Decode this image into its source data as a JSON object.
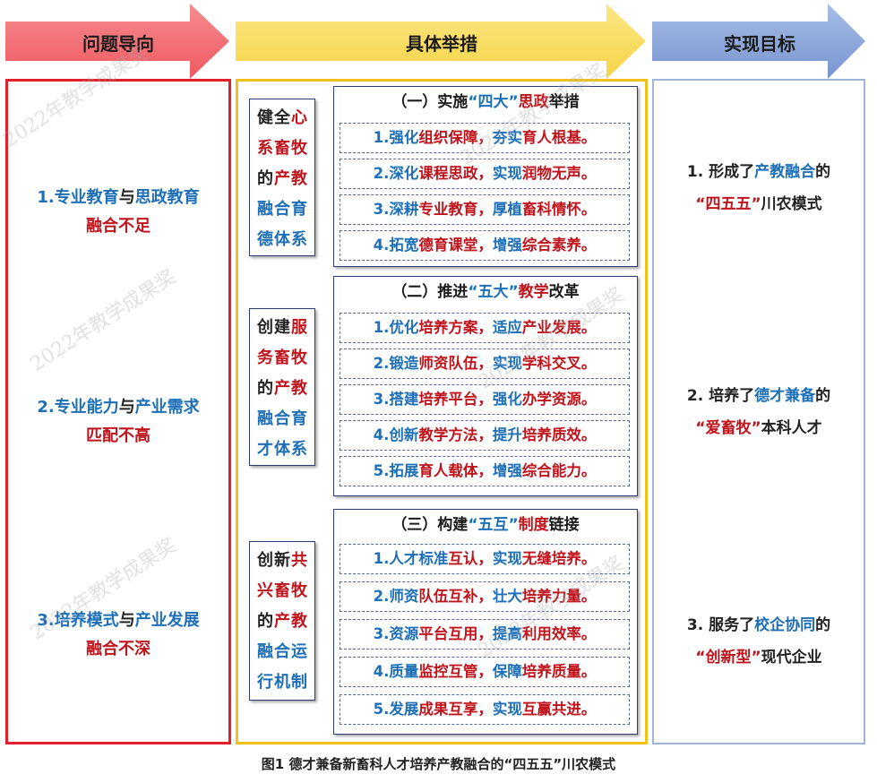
{
  "header": {
    "problem_label": "问题导向",
    "measures_label": "具体举措",
    "goals_label": "实现目标",
    "colors": {
      "problem": "#f36a6f",
      "measures": "#f9de5e",
      "goals": "#7f9fd6"
    }
  },
  "problems": [
    {
      "p1": "1.",
      "p2": "专业教育",
      "p3": "与",
      "p4": "思政教育",
      "line2": "融合不足"
    },
    {
      "p1": "2.",
      "p2": "专业能力",
      "p3": "与",
      "p4": "产业需求",
      "line2": "匹配不高"
    },
    {
      "p1": "3.",
      "p2": "培养模式",
      "p3": "与",
      "p4": "产业发展",
      "line2": "融合不深"
    }
  ],
  "systems": [
    {
      "a": "健全",
      "b": "心",
      "c": "系畜牧",
      "d": "的",
      "e": "产教",
      "f": "融合育",
      "g": "德体系"
    },
    {
      "a": "创建",
      "b": "服",
      "c": "务畜牧",
      "d": "的",
      "e": "产教",
      "f": "融合育",
      "g": "才体系"
    },
    {
      "a": "创新",
      "b": "共",
      "c": "兴畜牧",
      "d": "的",
      "e": "产教",
      "f": "融合运",
      "g": "行机制"
    }
  ],
  "groups": [
    {
      "title": {
        "a": "（一）实施",
        "b": "“四大”",
        "c": "思政",
        "d": "举措"
      },
      "items": [
        {
          "n": "1.",
          "a": "强化",
          "b": "组织保障，",
          "c": "夯实",
          "d": "育人根基。"
        },
        {
          "n": "2.",
          "a": "深化",
          "b": "课程思政，",
          "c": "实现",
          "d": "润物无声。"
        },
        {
          "n": "3.",
          "a": "深耕",
          "b": "专业教育，",
          "c": "厚植",
          "d": "畜科情怀。"
        },
        {
          "n": "4.",
          "a": "拓宽",
          "b": "德育课堂，",
          "c": "增强",
          "d": "综合素养。"
        }
      ]
    },
    {
      "title": {
        "a": "（二）推进",
        "b": "“五大”",
        "c": "教学",
        "d": "改革"
      },
      "items": [
        {
          "n": "1.",
          "a": "优化",
          "b": "培养方案，",
          "c": "适应",
          "d": "产业发展。"
        },
        {
          "n": "2.",
          "a": "锻造",
          "b": "师资队伍，",
          "c": "实现",
          "d": "学科交叉。"
        },
        {
          "n": "3.",
          "a": "搭建",
          "b": "培养平台，",
          "c": "强化",
          "d": "办学资源。"
        },
        {
          "n": "4.",
          "a": "创新",
          "b": "教学方法，",
          "c": "提升",
          "d": "培养质效。"
        },
        {
          "n": "5.",
          "a": "拓展",
          "b": "育人载体，",
          "c": "增强",
          "d": "综合能力。"
        }
      ]
    },
    {
      "title": {
        "a": "（三）构建",
        "b": "“五互”",
        "c": "制度",
        "d": "链接"
      },
      "items": [
        {
          "n": "1.",
          "a": "人才标准",
          "b": "互认，",
          "c": "实现",
          "d": "无缝培养。"
        },
        {
          "n": "2.",
          "a": "师资",
          "b": "队伍互补，",
          "c": "壮大",
          "d": "培养力量。"
        },
        {
          "n": "3.",
          "a": "资源",
          "b": "平台互用，",
          "c": "提高",
          "d": "利用效率。"
        },
        {
          "n": "4.",
          "a": "质量",
          "b": "监控互管，",
          "c": "保障",
          "d": "培养质量。"
        },
        {
          "n": "5.",
          "a": "发展",
          "b": "成果互享，",
          "c": "实现",
          "d": "互赢共进。"
        }
      ]
    }
  ],
  "goals": [
    {
      "l1a": "1. 形成了",
      "l1b": "产教融合",
      "l1c": "的",
      "l2a": "“四五五”",
      "l2b": "川农模式"
    },
    {
      "l1a": "2. 培养了",
      "l1b": "德才兼备",
      "l1c": "的",
      "l2a": "“爱畜牧”",
      "l2b": "本科人才"
    },
    {
      "l1a": "3. 服务了",
      "l1b": "校企协同",
      "l1c": "的",
      "l2a": "“创新型”",
      "l2b": "现代企业"
    }
  ],
  "caption": "图1  德才兼备新畜科人才培养产教融合的“四五五”川农模式",
  "watermark": "2022年教学成果奖"
}
